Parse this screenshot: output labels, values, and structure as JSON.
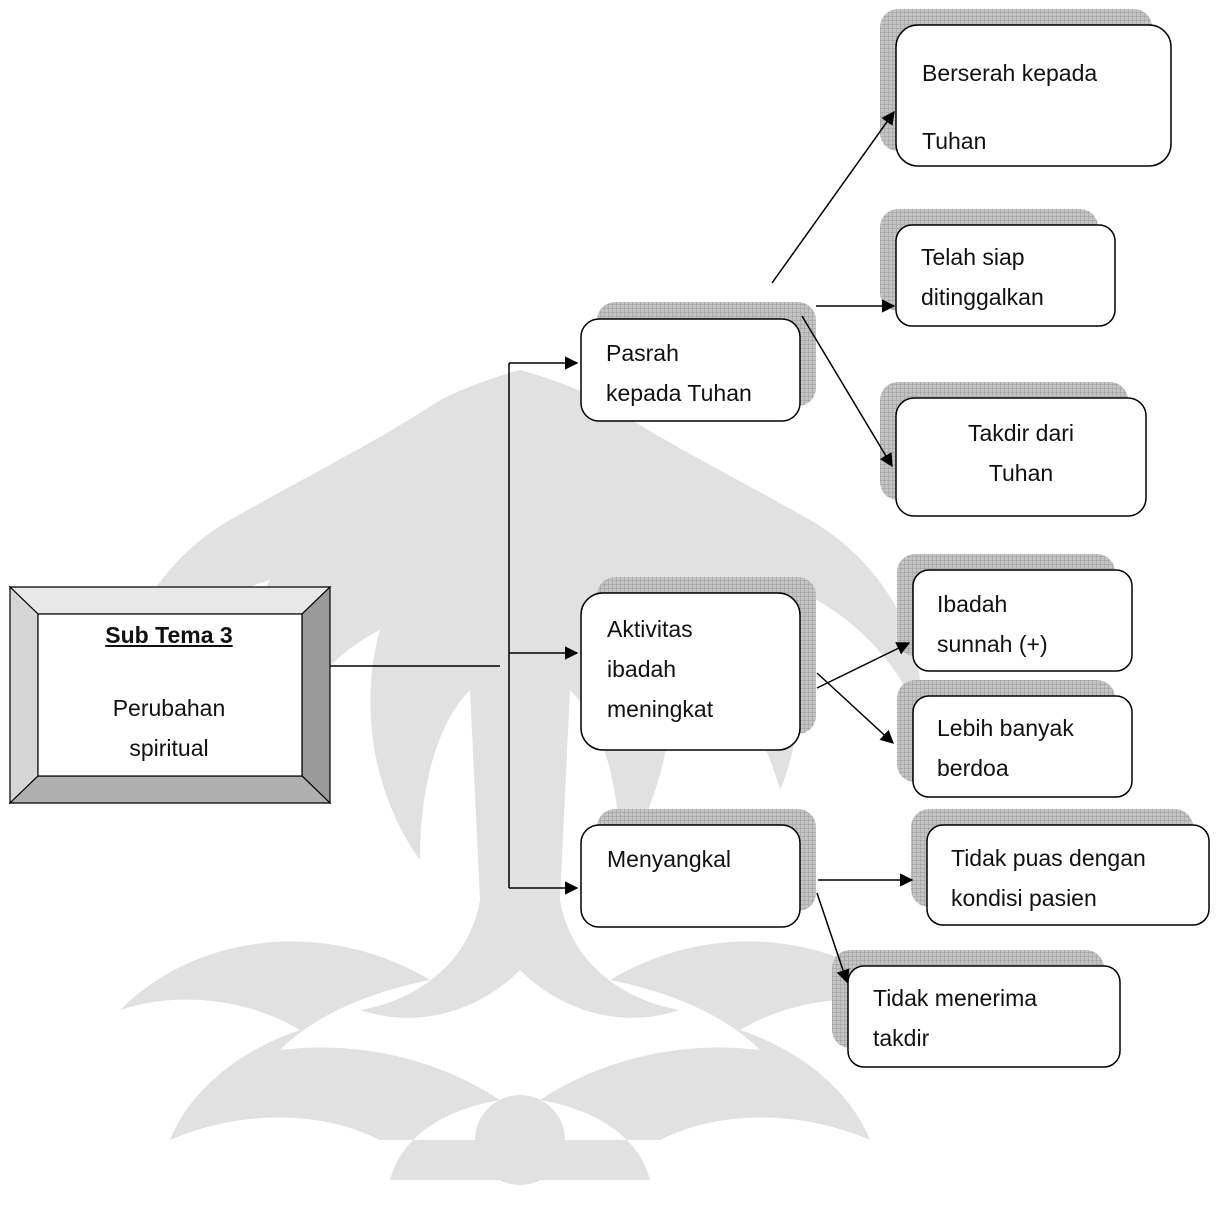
{
  "root": {
    "title": "Sub Tema 3",
    "subtitle_line1": "Perubahan",
    "subtitle_line2": "spiritual"
  },
  "categories": {
    "pasrah": {
      "line1": "Pasrah",
      "line2": "kepada Tuhan"
    },
    "aktivitas": {
      "line1": "Aktivitas",
      "line2": "ibadah",
      "line3": "meningkat"
    },
    "menyangkal": {
      "line1": "Menyangkal"
    }
  },
  "leaves": {
    "berserah": {
      "line1": "Berserah kepada",
      "line2": "Tuhan"
    },
    "siap": {
      "line1": "Telah siap",
      "line2": "ditinggalkan"
    },
    "takdir_tuhan": {
      "line1": "Takdir dari",
      "line2": "Tuhan"
    },
    "sunnah": {
      "line1": "Ibadah",
      "line2": "sunnah (+)"
    },
    "berdoa": {
      "line1": "Lebih banyak",
      "line2": "berdoa"
    },
    "tidak_puas": {
      "line1": "Tidak puas dengan",
      "line2": "kondisi pasien"
    },
    "tidak_menerima": {
      "line1": "Tidak menerima",
      "line2": "takdir"
    }
  },
  "colors": {
    "shadow": "#b8b8b8",
    "stroke": "#000000",
    "watermark": "#d8d8d8"
  }
}
